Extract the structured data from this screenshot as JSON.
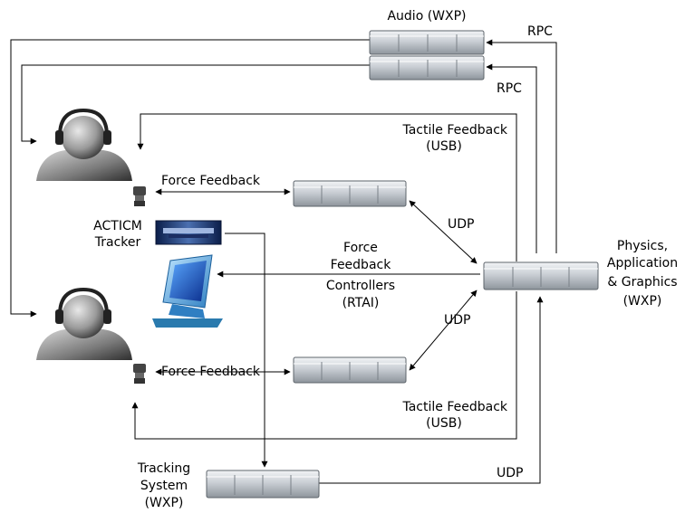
{
  "diagram": {
    "servers": {
      "audio": {
        "label": "Audio (WXP)",
        "rpc_1": "RPC",
        "rpc_2": "RPC"
      },
      "physics": {
        "line1": "Physics,",
        "line2": "Application",
        "line3": "& Graphics",
        "line4": "(WXP)"
      },
      "tracking": {
        "line1": "Tracking",
        "line2": "System",
        "line3": "(WXP)"
      }
    },
    "tracker": {
      "line1": "ACTICM",
      "line2": "Tracker"
    },
    "links": {
      "haptic_top": {
        "line1": "Tactile Feedback",
        "line2": "(USB)"
      },
      "haptic_bottom": {
        "line1": "Tactile Feedback",
        "line2": "(USB)"
      },
      "force_top": "Force Feedback",
      "force_bottom": "Force Feedback",
      "udp_top": "UDP",
      "udp_bottom": "UDP",
      "udp_tracking": "UDP",
      "center": {
        "line1": "Force",
        "line2": "Feedback",
        "line3": "Controllers",
        "line4": "(RTAI)"
      }
    }
  }
}
